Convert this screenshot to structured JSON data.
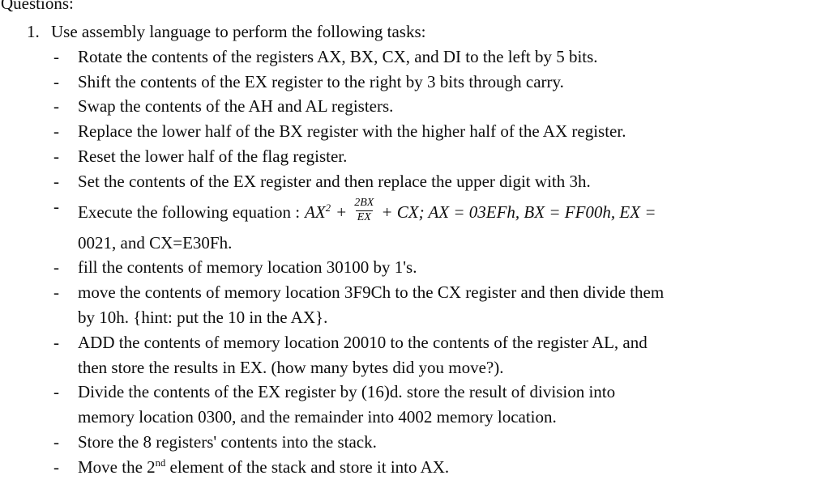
{
  "page": {
    "background": "#ffffff",
    "text_color": "#0d0d0d",
    "title_clipped": "Questions:"
  },
  "question": {
    "number": "1.",
    "text": "Use assembly language to perform the following tasks:"
  },
  "bullets": {
    "marker": "-",
    "items": [
      {
        "lines": [
          "Rotate the contents of the registers AX, BX, CX, and DI to the left by 5 bits."
        ]
      },
      {
        "lines": [
          "Shift the contents of the EX register to the right by 3 bits through carry."
        ]
      },
      {
        "lines": [
          "Swap the contents of the AH and AL registers."
        ]
      },
      {
        "lines": [
          "Replace the lower half of the BX register with the higher half of the AX register."
        ]
      },
      {
        "lines": [
          "Reset the lower half of the flag register."
        ]
      },
      {
        "lines": [
          "Set the contents of the EX register and then replace the upper digit with 3h."
        ]
      },
      {
        "equation": {
          "prefix": "Execute the following equation :",
          "term1_base": "AX",
          "term1_sup": "2",
          "op1": "+",
          "frac_num": "2BX",
          "frac_den": "EX",
          "suffix": "+ CX; AX = 03EFh, BX = FF00h, EX =",
          "line2": "0021, and CX=E30Fh."
        }
      },
      {
        "lines": [
          "fill the contents of memory location 30100 by 1's."
        ]
      },
      {
        "lines": [
          "move the contents of memory location 3F9Ch to the CX register and then divide them",
          "by 10h. {hint: put the 10 in the AX}."
        ]
      },
      {
        "lines": [
          "ADD the contents of memory location 20010 to the contents of the register AL, and",
          "then store the results in EX. (how many bytes did you move?)."
        ]
      },
      {
        "lines": [
          "Divide the contents of the EX register by (16)d. store the result of division into",
          "memory location 0300, and the remainder into 4002 memory location."
        ]
      },
      {
        "lines": [
          "Store the 8 registers' contents into the stack."
        ]
      },
      {
        "ordinal": {
          "before": "Move the 2",
          "sup": "nd",
          "after": " element of the stack and store it into AX."
        }
      }
    ]
  }
}
